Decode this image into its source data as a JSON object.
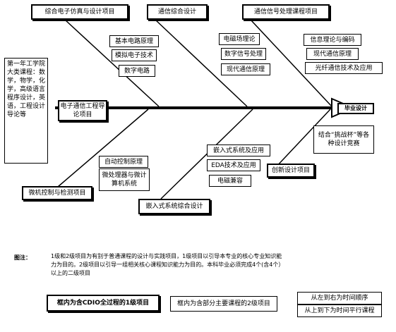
{
  "level1": {
    "sim_design": "综合电子仿真与设计项目",
    "comm_design": "通信综合设计",
    "signal_design": "通信信号处理课程项目",
    "intro_project": "电子通信工程导论项目",
    "graduation": "毕业设计",
    "microcontrol": "微机控制与检测项目",
    "embedded_design": "嵌入式系统综合设计",
    "innovation": "创新设计项目"
  },
  "level2": {
    "basic_circuits": "基本电路原理",
    "analog": "模拟电子技术",
    "digital": "数字电路",
    "em_field": "电磁场理论",
    "dsp": "数字信号处理",
    "modern_comm": "现代通信原理",
    "info_theory": "信息理论与编码",
    "modern_comm2": "现代通信原理",
    "fiber": "光纤通信技术及应用",
    "auto_control": "自动控制原理",
    "microprocessor": "微处理器与微计算机系统",
    "embedded_app": "嵌入式系统及应用",
    "eda": "EDA技术及应用",
    "emc": "电磁兼容"
  },
  "first_year": "第一年工学院大类课程：数学，物学，化学，高级语言程序设计，英语，工程设计导论等",
  "challenge": "结合“挑战杯”等各种设计竞赛",
  "legend": {
    "label": "图注：",
    "text": "1级和2级项目为有别于普通课程的设计与实践项目，1级项目以引导本专业的核心专业知识能力为目的。2级项目以引导一组相关核心课程知识能力为目的。本科毕业必须完成4个(含4个）以上的二级项目",
    "box1": "框内为含CDIO全过程的1级项目",
    "box2": "框内为含部分主要课程的2级项目",
    "timeline1": "从左到右为时间顺序",
    "timeline2": "从上到下为时间平行课程"
  }
}
